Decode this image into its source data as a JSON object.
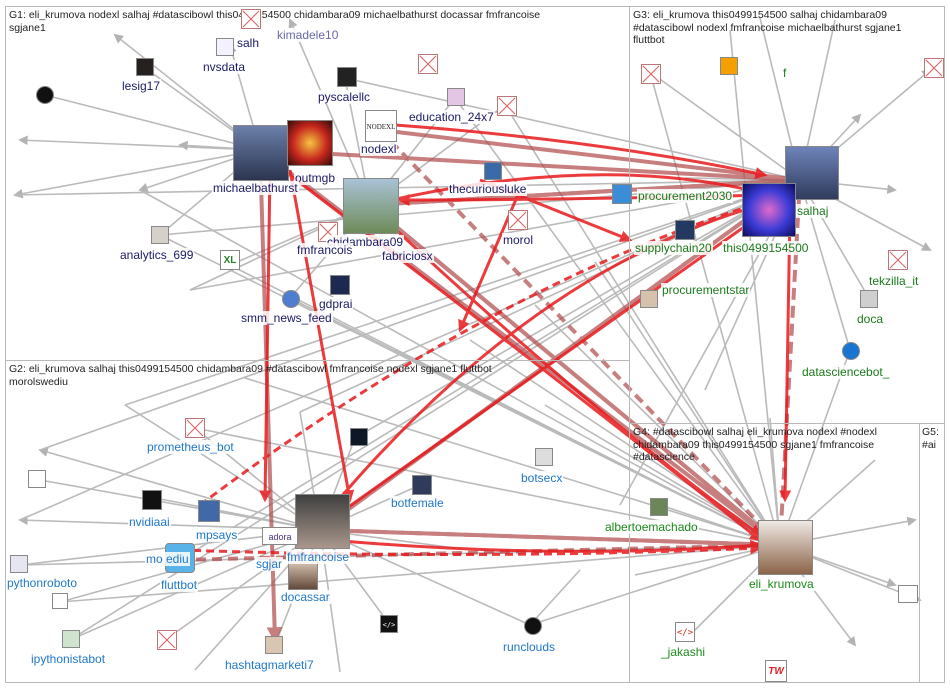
{
  "groups": {
    "g1": {
      "title": "G1: eli_krumova nodexl salhaj #datascibowl this0499154500 chidambara09 michaelbathurst docassar fmfrancoise\nsgjane1"
    },
    "g2": {
      "title": "G2: eli_krumova salhaj this0499154500 chidambara09 #datascibowl fmfrancoise nodexl sgjane1 fluttbot\nmorolswediu"
    },
    "g3": {
      "title": "G3: eli_krumova this0499154500 salhaj chidambara09\n#datascibowl nodexl fmfrancoise michaelbathurst sgjane1\nfluttbot"
    },
    "g4": {
      "title": "G4: #datascibowl salhaj eli_krumova nodexl #nodexl\nchidambara09 this0499154500 sgjane1 fmfrancoise\n#datascience"
    },
    "g5": {
      "title": "G5:\n#ai"
    }
  },
  "nodes": {
    "salh": "salh",
    "kimadele10": "kimadele10",
    "nvsdata": "nvsdata",
    "lesig17": "lesig17",
    "pyscalellc": "pyscalellc",
    "education_24x7": "education_24x7",
    "nodexl": "nodexl",
    "outmgb": "outmgb",
    "michaelbathurst": "michaelbathurst",
    "thecuriousluke": "thecuriousluke",
    "chidambara09": "chidambara09",
    "fmfrancois": "fmfrancois",
    "fabriciosx": "fabriciosx",
    "morol": "morol",
    "analytics_699": "analytics_699",
    "gdprai": "gdprai",
    "smm_news_feed": "smm_news_feed",
    "procurement2030": "procurement2030",
    "salhaj": "salhaj",
    "supplychain20": "supplychain20",
    "this0499154500": "this0499154500",
    "tekzilla_it": "tekzilla_it",
    "procurementstar": "procurementstar",
    "doca": "doca",
    "datasciencebot_": "datasciencebot_",
    "f": "f",
    "prometheus_bot": "prometheus_bot",
    "botsecx": "botsecx",
    "botfemale": "botfemale",
    "nvidiaai": "nvidiaai",
    "mpsays": "mpsays",
    "fmfrancoise": "fmfrancoise",
    "morolswediu": "mo   ediu",
    "sgjane": "sgjar",
    "fluttbot": "fluttbot",
    "docassar": "docassar",
    "pythonroboto": "pythonroboto",
    "ipythonistabot": "ipythonistabot",
    "hashtagmarketi7": "hashtagmarketi7",
    "runclouds": "runclouds",
    "albertoemachado": "albertoemachado",
    "eli_krumova": "eli_krumova",
    "jakashi": "_jakashi",
    "nodexl_badge": "NODEXL",
    "tw_badge": "TW",
    "xl_badge": "XL",
    "adora_badge": "adora"
  },
  "colors": {
    "edge_red": "#e8191c",
    "edge_dark": "#b04848",
    "edge_gray": "#9a9a9a",
    "panel_border": "#b9b9b9"
  }
}
